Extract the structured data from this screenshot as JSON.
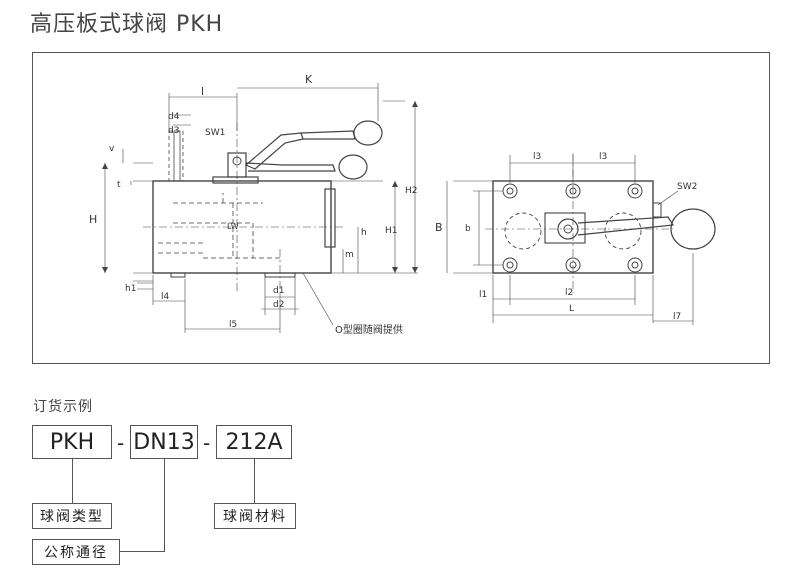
{
  "title": "高压板式球阀 PKH",
  "drawing": {
    "dims": {
      "l": "l",
      "K": "K",
      "d4": "d4",
      "d3": "d3",
      "SW1": "SW1",
      "v": "v",
      "t": "t",
      "H": "H",
      "H1": "H1",
      "H2": "H2",
      "h": "h",
      "m": "m",
      "LW": "LW",
      "h1": "h1",
      "l4": "l4",
      "l5": "l5",
      "d1": "d1",
      "d2": "d2",
      "l3a": "l3",
      "l3b": "l3",
      "SW2": "SW2",
      "B": "B",
      "b": "b",
      "l1": "l1",
      "l2": "l2",
      "L": "L",
      "l7": "l7"
    },
    "oring_note": "O型圈随阀提供"
  },
  "order": {
    "title": "订货示例",
    "code1": "PKH",
    "code2": "DN13",
    "code3": "212A",
    "sep": "-",
    "label_type": "球阀类型",
    "label_dn": "公称通径",
    "label_material": "球阀材料"
  }
}
